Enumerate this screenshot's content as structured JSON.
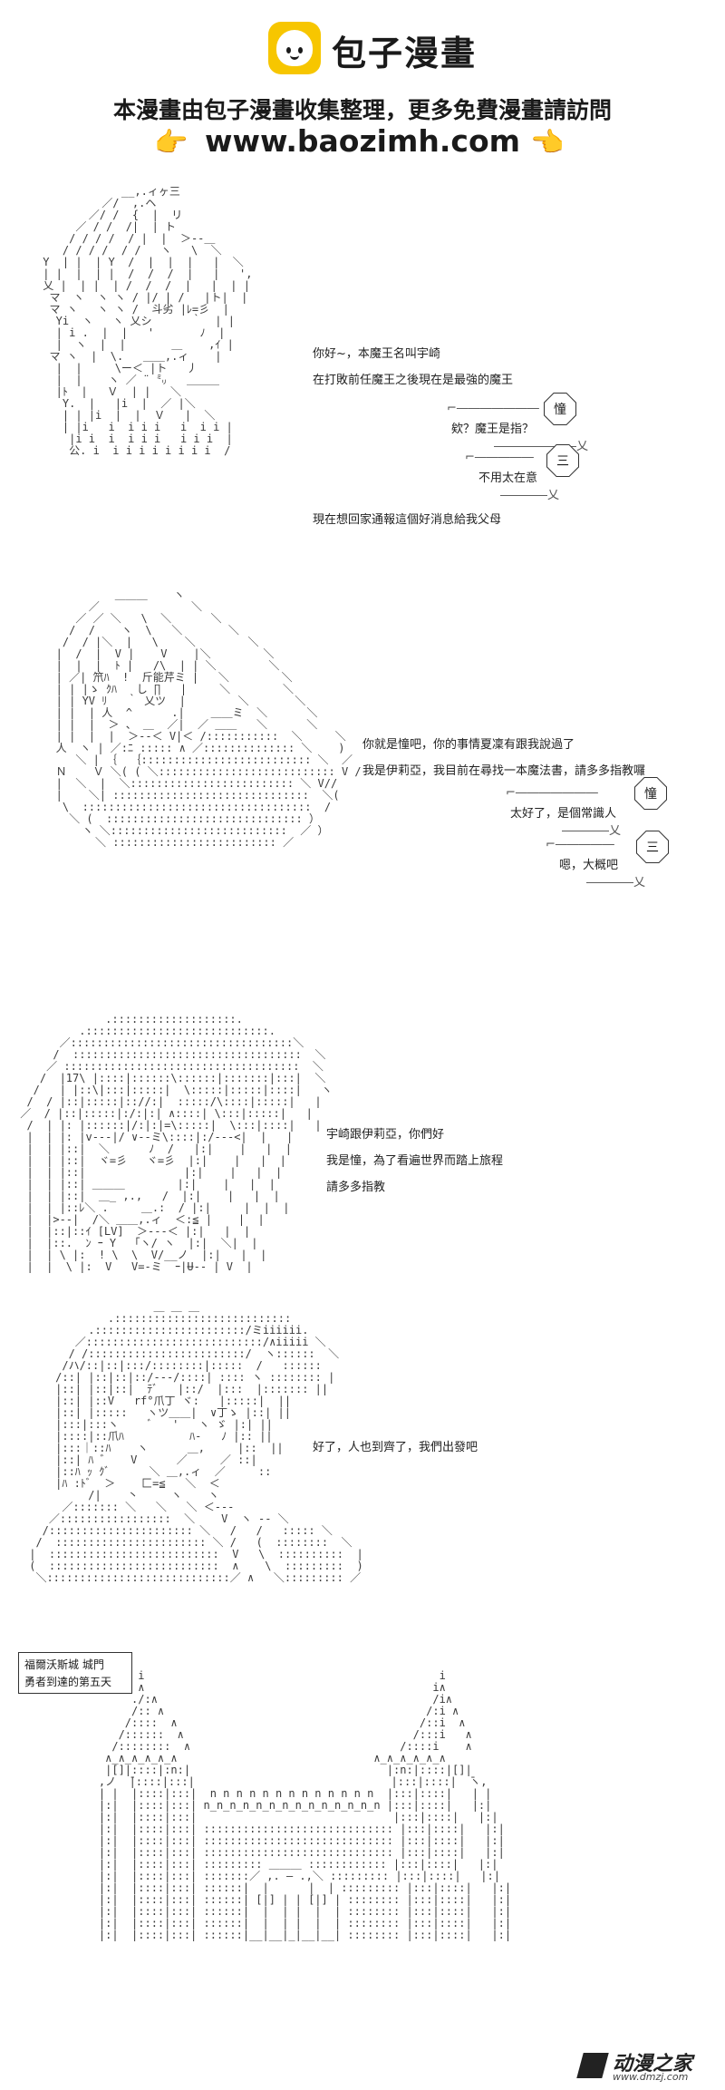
{
  "header": {
    "site_name": "包子漫畫",
    "tagline": "本漫畫由包子漫畫收集整理，更多免費漫畫請訪問",
    "url": "www.baozimh.com",
    "hand_left": "👉",
    "hand_right": "👈",
    "brand_color": "#f7c600"
  },
  "panel1": {
    "lines": [
      "你好~，本魔王名叫宇崎",
      "在打敗前任魔王之後現在是最強的魔王",
      "現在想回家通報這個好消息給我父母"
    ],
    "bubble1": "欸？魔王是指？",
    "bubble2": "不用太在意",
    "tag1": "憧",
    "tag2": "三"
  },
  "panel2": {
    "lines": [
      "你就是憧吧，你的事情夏凜有跟我說過了",
      "我是伊莉亞，我目前在尋找一本魔法書，請多多指教囉"
    ],
    "bubble1": "太好了，是個常識人",
    "bubble2": "嗯，大概吧",
    "tag1": "憧",
    "tag2": "三"
  },
  "panel3": {
    "lines": [
      "宇崎跟伊莉亞，你們好",
      "我是憧，為了看遍世界而踏上旅程",
      "請多多指教"
    ]
  },
  "panel4": {
    "lines": [
      "好了，人也到齊了，我們出發吧"
    ]
  },
  "panel5": {
    "location": "福爾沃斯城 城門",
    "day": "勇者到達的第五天"
  },
  "footer": {
    "watermark": "动漫之家",
    "watermark_url": "www.dmzj.com"
  }
}
